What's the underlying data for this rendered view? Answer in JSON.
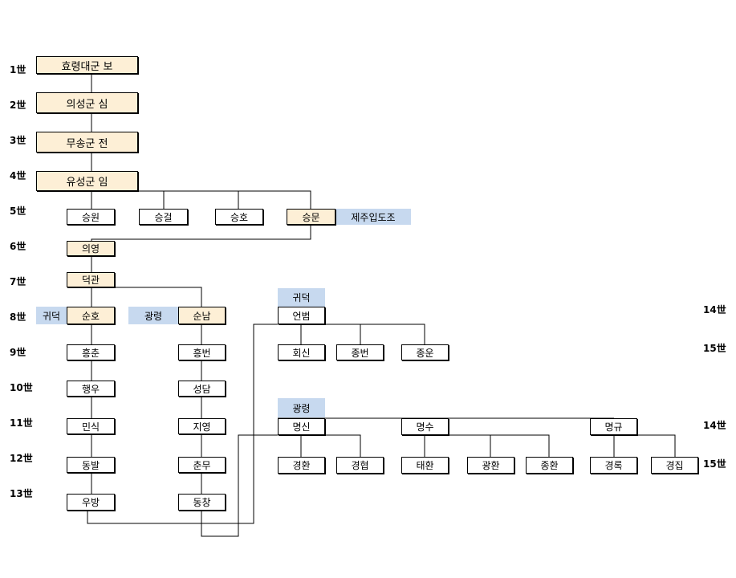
{
  "generations": {
    "g1": "1世",
    "g2": "2世",
    "g3": "3世",
    "g4": "4世",
    "g5": "5世",
    "g6": "6世",
    "g7": "7世",
    "g8": "8世",
    "g9": "9世",
    "g10": "10世",
    "g11": "11世",
    "g12": "12世",
    "g13": "13世",
    "r14a": "14世",
    "r15a": "15世",
    "r14b": "14世",
    "r15b": "15世"
  },
  "persons": {
    "hyoryeong": "효령대군 보",
    "uiseong": "의성군 심",
    "musong": "무송군 전",
    "yuseong": "유성군 임",
    "seungwon": "승원",
    "seunggeol": "승걸",
    "seungho": "승호",
    "seungmun": "승문",
    "uiyeong": "의영",
    "deokgwan": "덕관",
    "sunho": "순호",
    "sunnam": "순남",
    "heungchun": "흥춘",
    "haengu": "행우",
    "minsik": "민식",
    "dongbal": "동발",
    "ubang": "우방",
    "heungbeon": "흥번",
    "seongdam": "성담",
    "jiyeong": "지영",
    "chunmu": "춘무",
    "dongchang": "동창",
    "eonbeom": "언범",
    "hoesin": "회신",
    "jongbeon": "종번",
    "jongun": "종운",
    "myeongsin": "명신",
    "myeongsu": "명수",
    "myeonggyu": "명규",
    "gyeonghwan": "경환",
    "gyeonghyeop": "경협",
    "taehwan": "태환",
    "gwanghwan": "광환",
    "jonghwan": "종환",
    "gyeongrok": "경록",
    "gyeongjip": "경집"
  },
  "tags": {
    "jeju": "제주입도조",
    "gwideok_left": "귀덕",
    "gwangryeong_left": "광령",
    "gwideok_top": "귀덕",
    "gwangryeong_top": "광령"
  }
}
